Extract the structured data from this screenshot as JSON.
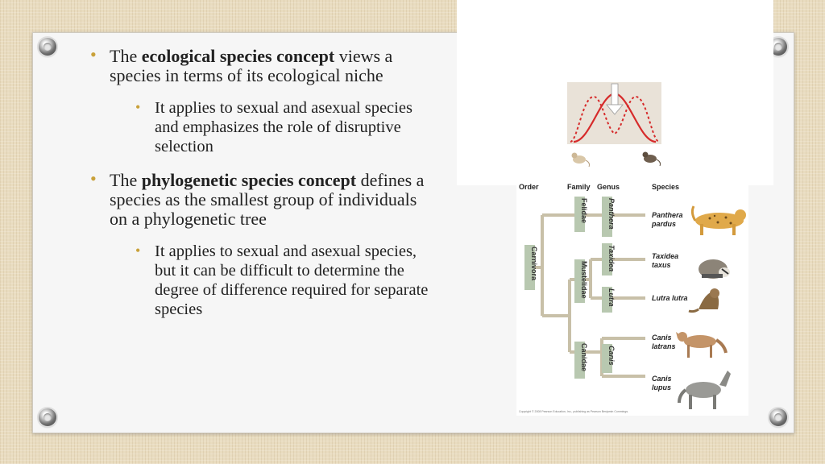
{
  "bullets": [
    {
      "pre": "The ",
      "bold": "ecological species concept",
      "post": " views a species in terms of its ecological niche",
      "sub": "It applies to sexual and asexual species and emphasizes the role of disruptive selection"
    },
    {
      "pre": "The ",
      "bold": "phylogenetic species concept",
      "post": " defines a species as the smallest group of individuals on a phylogenetic tree",
      "sub": "It applies to sexual and asexual species, but it can be difficult to determine the degree of difference required for separate species"
    }
  ],
  "tree": {
    "headers": {
      "order": "Order",
      "family": "Family",
      "genus": "Genus",
      "species": "Species"
    },
    "order": "Carnivora",
    "families": [
      "Felidae",
      "Mustelidae",
      "Canidae"
    ],
    "genera": [
      "Panthera",
      "Taxidea",
      "Lutra",
      "Canis"
    ],
    "species": [
      {
        "genus": "Panthera",
        "epithet": "pardus"
      },
      {
        "genus": "Taxidea",
        "epithet": "taxus"
      },
      {
        "genus": "Lutra lutra",
        "epithet": ""
      },
      {
        "genus": "Canis",
        "epithet": "latrans"
      },
      {
        "genus": "Canis",
        "epithet": "lupus"
      }
    ],
    "copyright": "Copyright © 2008 Pearson Education, Inc., publishing as Pearson Benjamin Cummings."
  },
  "colors": {
    "bullet": "#c9a13a",
    "curve": "#d62b2b",
    "panel": "#e9e2d8",
    "branch": "#c8c0a8"
  }
}
